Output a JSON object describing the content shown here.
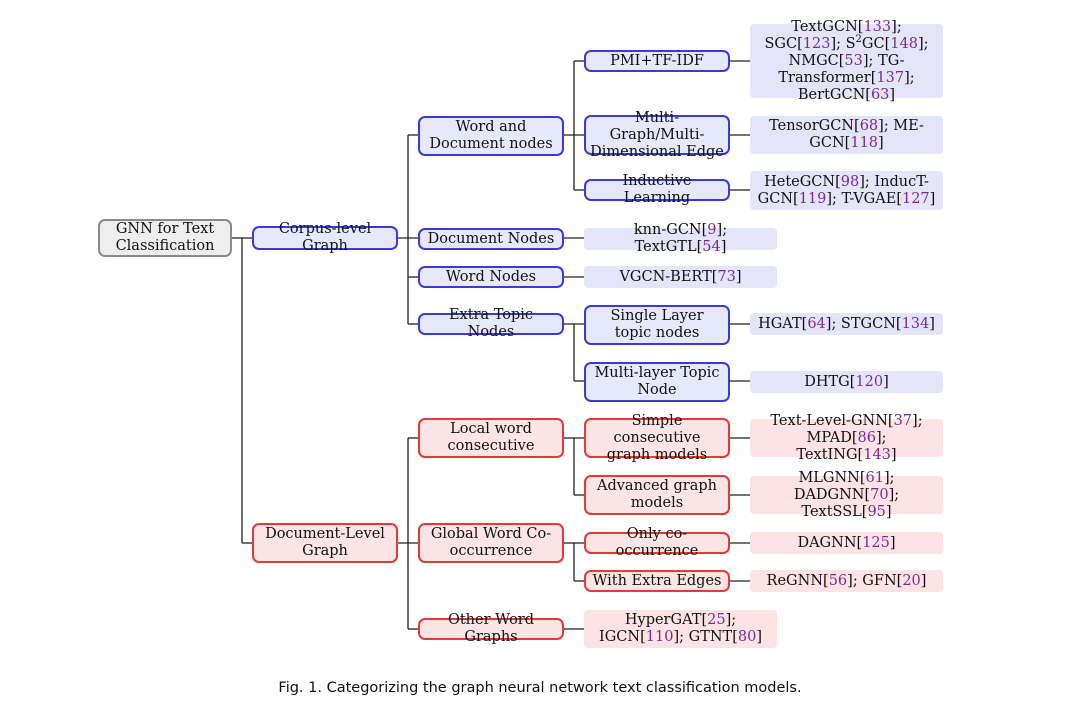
{
  "root": "GNN for Text Classification",
  "corpus": {
    "label": "Corpus-level Graph",
    "word_doc": {
      "label": "Word and Document nodes",
      "pmi": {
        "label": "PMI+TF-IDF",
        "refs": "TextGCN[133]; SGC[123]; S2GC[148]; NMGC[53]; TG-Transformer[137]; BertGCN[63]"
      },
      "multi": {
        "label": "Multi-Graph/Multi-Dimensional Edge",
        "refs": "TensorGCN[68]; ME-GCN[118]"
      },
      "inductive": {
        "label": "Inductive Learning",
        "refs": "HeteGCN[98]; InducT-GCN[119]; T-VGAE[127]"
      }
    },
    "doc_nodes": {
      "label": "Document Nodes",
      "refs": "knn-GCN[9]; TextGTL[54]"
    },
    "word_nodes": {
      "label": "Word Nodes",
      "refs": "VGCN-BERT[73]"
    },
    "topic": {
      "label": "Extra Topic Nodes",
      "single": {
        "label": "Single Layer topic nodes",
        "refs": "HGAT[64]; STGCN[134]"
      },
      "multi": {
        "label": "Multi-layer Topic Node",
        "refs": "DHTG[120]"
      }
    }
  },
  "document": {
    "label": "Document-Level Graph",
    "local": {
      "label": "Local word consecutive",
      "simple": {
        "label": "Simple consecutive graph models",
        "refs": "Text-Level-GNN[37]; MPAD[86]; TextING[143]"
      },
      "advanced": {
        "label": "Advanced graph models",
        "refs": "MLGNN[61]; DADGNN[70]; TextSSL[95]"
      }
    },
    "global": {
      "label": "Global Word Co-occurrence",
      "only": {
        "label": "Only co-occurrence",
        "refs": "DAGNN[125]"
      },
      "extra": {
        "label": "With Extra Edges",
        "refs": "ReGNN[56]; GFN[20]"
      }
    },
    "other": {
      "label": "Other Word Graphs",
      "refs": "HyperGAT[25]; IGCN[110]; GTNT[80]"
    }
  },
  "caption": "Fig. 1.  Categorizing the graph neural network text classification models.",
  "colors": {
    "blue_border": "#3a3ad8",
    "red_border": "#e53935",
    "gray_border": "#8a8a8a"
  }
}
